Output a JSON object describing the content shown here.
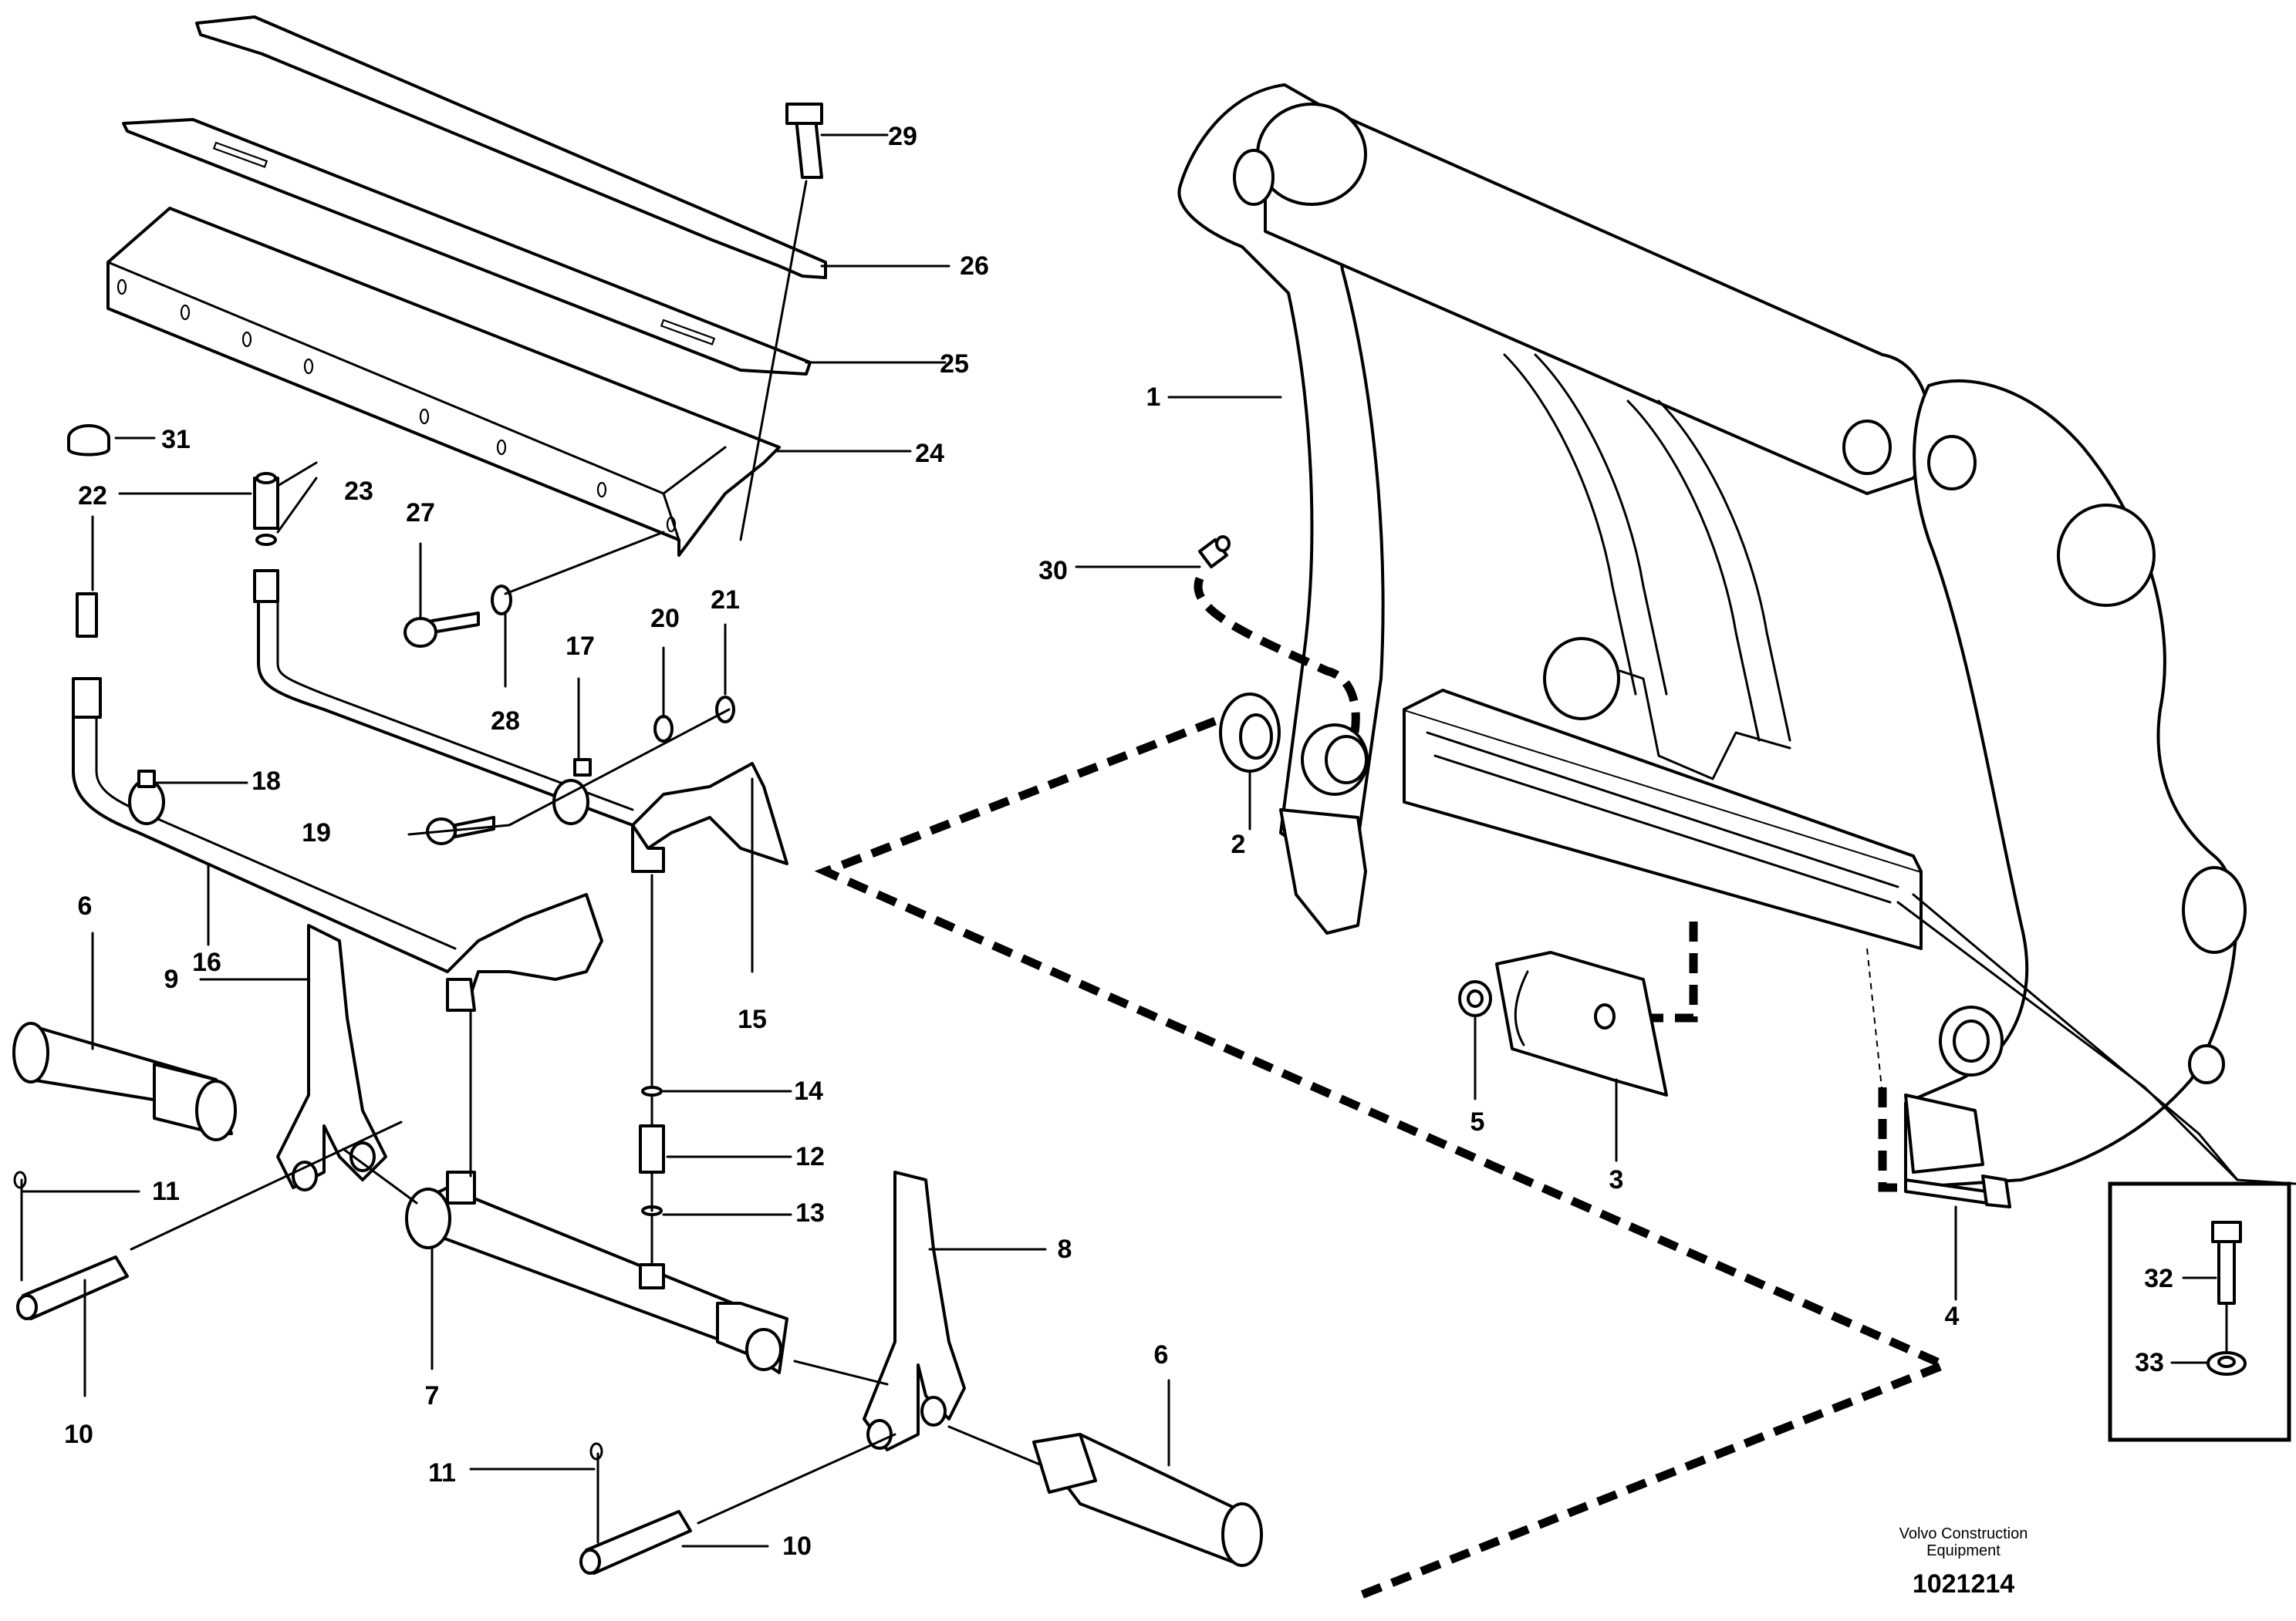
{
  "diagram": {
    "type": "exploded parts diagram",
    "callouts": [
      "1",
      "2",
      "3",
      "4",
      "5",
      "6",
      "6",
      "7",
      "8",
      "9",
      "10",
      "10",
      "11",
      "11",
      "12",
      "13",
      "14",
      "15",
      "16",
      "17",
      "18",
      "19",
      "20",
      "21",
      "22",
      "23",
      "24",
      "25",
      "26",
      "27",
      "28",
      "29",
      "30",
      "31",
      "32",
      "33"
    ]
  },
  "footer": {
    "brand_line1": "Volvo Construction",
    "brand_line2": "Equipment",
    "document_number": "1021214"
  }
}
